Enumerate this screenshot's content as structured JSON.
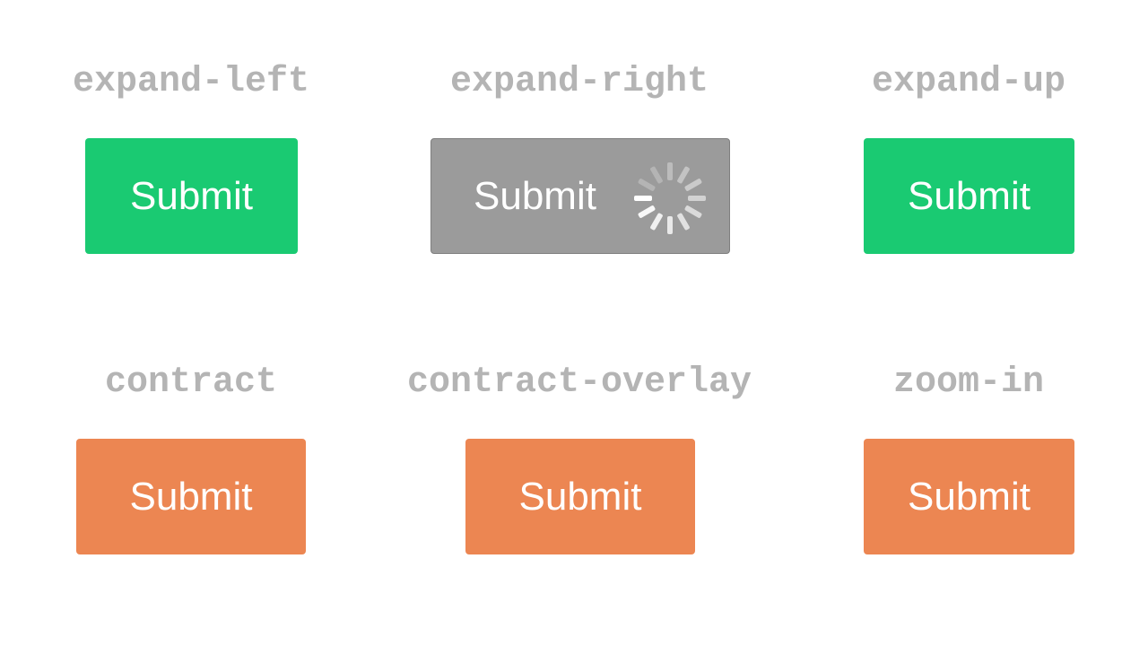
{
  "demos": [
    {
      "label": "expand-left",
      "button_label": "Submit",
      "state": "idle",
      "color": "#1aca72"
    },
    {
      "label": "expand-right",
      "button_label": "Submit",
      "state": "loading",
      "color": "#9b9b9b",
      "spinner_icon": "loading-spinner-icon"
    },
    {
      "label": "expand-up",
      "button_label": "Submit",
      "state": "idle",
      "color": "#1aca72"
    },
    {
      "label": "contract",
      "button_label": "Submit",
      "state": "idle",
      "color": "#ec8652"
    },
    {
      "label": "contract-overlay",
      "button_label": "Submit",
      "state": "idle",
      "color": "#ec8652"
    },
    {
      "label": "zoom-in",
      "button_label": "Submit",
      "state": "idle",
      "color": "#ec8652"
    }
  ]
}
